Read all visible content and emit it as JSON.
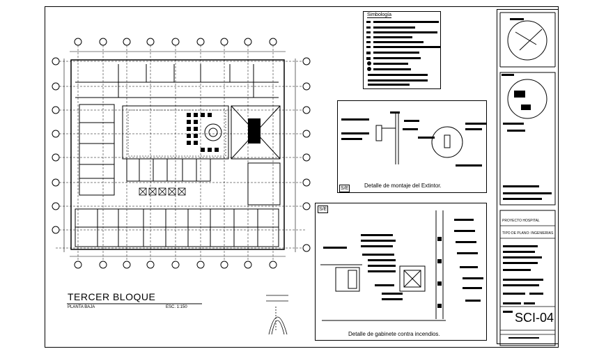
{
  "plan": {
    "title": "TERCER BLOQUE",
    "subtitle": "PLANTA BAJA",
    "scale": "ESC. 1:150"
  },
  "legend": {
    "title": "Simbología"
  },
  "extinguisher_detail": {
    "badge": "S/E",
    "caption": "Detalle de montaje del Extintor."
  },
  "cabinet_detail": {
    "badge": "S/E",
    "caption": "Detalle de gabinete contra incendios."
  },
  "title_block": {
    "project": "PROYECTO HOSPITAL",
    "plan_type": "TIPO DE PLANO: INGENIERIAS",
    "sheet_code": "SCI-04"
  }
}
